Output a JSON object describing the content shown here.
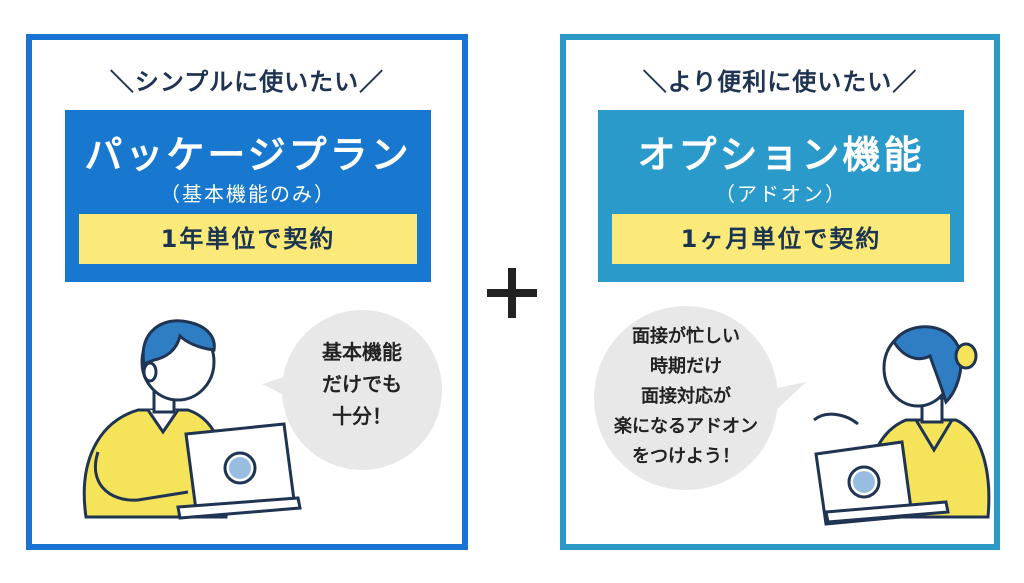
{
  "left_panel": {
    "tagline": "＼シンプルに使いたい／",
    "title": "パッケージプラン",
    "subtitle": "（基本機能のみ）",
    "contract": "1年単位で契約",
    "bubble_lines": [
      "基本機能",
      "だけでも",
      "十分！"
    ]
  },
  "right_panel": {
    "tagline": "＼より便利に使いたい／",
    "title": "オプション機能",
    "subtitle": "（アドオン）",
    "contract": "1ヶ月単位で契約",
    "bubble_lines": [
      "面接が忙しい",
      "時期だけ",
      "面接対応が",
      "楽になるアドオン",
      "をつけよう！"
    ]
  },
  "plus_symbol": "+",
  "colors": {
    "left_accent": "#1a73d1",
    "right_accent": "#2c9ac6",
    "contract_bar": "#fbe97a",
    "person_shirt": "#f5e35a",
    "hair": "#2f7ec4"
  },
  "icons": [
    "man-with-laptop-illustration",
    "woman-with-laptop-illustration",
    "plus-icon"
  ]
}
